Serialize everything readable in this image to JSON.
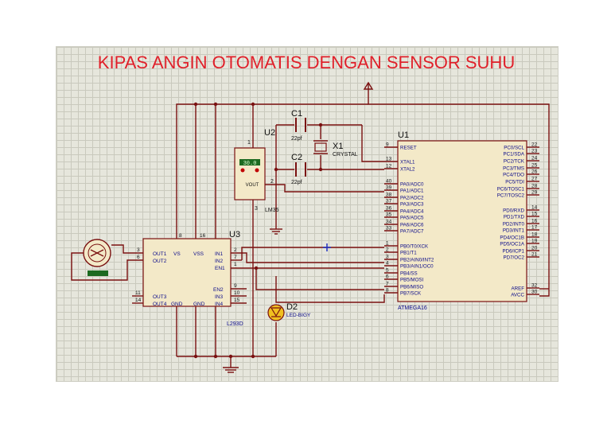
{
  "title": "KIPAS ANGIN OTOMATIS DENGAN SENSOR SUHU",
  "colors": {
    "title": "#e0202a",
    "wire": "#7a1010",
    "body": "#f3e9c8",
    "pin_text": "#0a0a8a",
    "sheet": "#e6e6dc"
  },
  "components": {
    "c1": {
      "ref": "C1",
      "value": "22pf"
    },
    "c2": {
      "ref": "C2",
      "value": "22pf"
    },
    "x1": {
      "ref": "X1",
      "value": "CRYSTAL"
    },
    "u2": {
      "ref": "U2",
      "value": "LM35",
      "display": "30.0",
      "pin_vout": "VOUT",
      "pin1": "1",
      "pin2": "2",
      "pin3": "3"
    },
    "u1": {
      "ref": "U1",
      "value": "ATMEGA16"
    },
    "u3": {
      "ref": "U3",
      "value": "L293D"
    },
    "d2": {
      "ref": "D2",
      "value": "LED-BIGY"
    },
    "motor": {
      "ref": "",
      "value": ""
    }
  },
  "u1_left": [
    {
      "num": "9",
      "name": "RESET"
    },
    {
      "num": "13",
      "name": "XTAL1"
    },
    {
      "num": "12",
      "name": "XTAL2"
    },
    {
      "num": "40",
      "name": "PA0/ADC0"
    },
    {
      "num": "39",
      "name": "PA1/ADC1"
    },
    {
      "num": "38",
      "name": "PA2/ADC2"
    },
    {
      "num": "37",
      "name": "PA3/ADC3"
    },
    {
      "num": "36",
      "name": "PA4/ADC4"
    },
    {
      "num": "35",
      "name": "PA5/ADC5"
    },
    {
      "num": "34",
      "name": "PA6/ADC6"
    },
    {
      "num": "33",
      "name": "PA7/ADC7"
    },
    {
      "num": "1",
      "name": "PB0/T0/XCK"
    },
    {
      "num": "2",
      "name": "PB1/T1"
    },
    {
      "num": "3",
      "name": "PB2/AIN0/INT2"
    },
    {
      "num": "4",
      "name": "PB3/AIN1/OC0"
    },
    {
      "num": "5",
      "name": "PB4/SS"
    },
    {
      "num": "6",
      "name": "PB5/MOSI"
    },
    {
      "num": "7",
      "name": "PB6/MISO"
    },
    {
      "num": "8",
      "name": "PB7/SCK"
    }
  ],
  "u1_right": [
    {
      "num": "22",
      "name": "PC0/SCL"
    },
    {
      "num": "23",
      "name": "PC1/SDA"
    },
    {
      "num": "24",
      "name": "PC2/TCK"
    },
    {
      "num": "25",
      "name": "PC3/TMS"
    },
    {
      "num": "26",
      "name": "PC4/TDO"
    },
    {
      "num": "27",
      "name": "PC5/TDI"
    },
    {
      "num": "28",
      "name": "PC6/TOSC1"
    },
    {
      "num": "29",
      "name": "PC7/TOSC2"
    },
    {
      "num": "14",
      "name": "PD0/RXD"
    },
    {
      "num": "15",
      "name": "PD1/TXD"
    },
    {
      "num": "16",
      "name": "PD2/INT0"
    },
    {
      "num": "17",
      "name": "PD3/INT1"
    },
    {
      "num": "18",
      "name": "PD4/OC1B"
    },
    {
      "num": "19",
      "name": "PD5/OC1A"
    },
    {
      "num": "20",
      "name": "PD6/ICP1"
    },
    {
      "num": "21",
      "name": "PD7/OC2"
    },
    {
      "num": "32",
      "name": "AREF"
    },
    {
      "num": "30",
      "name": "AVCC"
    }
  ],
  "u3_pins": {
    "out1": "OUT1",
    "out2": "OUT2",
    "vs": "VS",
    "vss": "VSS",
    "in1": "IN1",
    "in2": "IN2",
    "en1": "EN1",
    "en2": "EN2",
    "in3": "IN3",
    "in4": "IN4",
    "out3": "OUT3",
    "out4": "OUT4",
    "gnd1": "GND",
    "gnd2": "GND",
    "n3": "3",
    "n6": "6",
    "n8": "8",
    "n16": "16",
    "n2": "2",
    "n7": "7",
    "n1": "1",
    "n9": "9",
    "n10": "10",
    "n15": "15",
    "n11": "11",
    "n14": "14"
  }
}
